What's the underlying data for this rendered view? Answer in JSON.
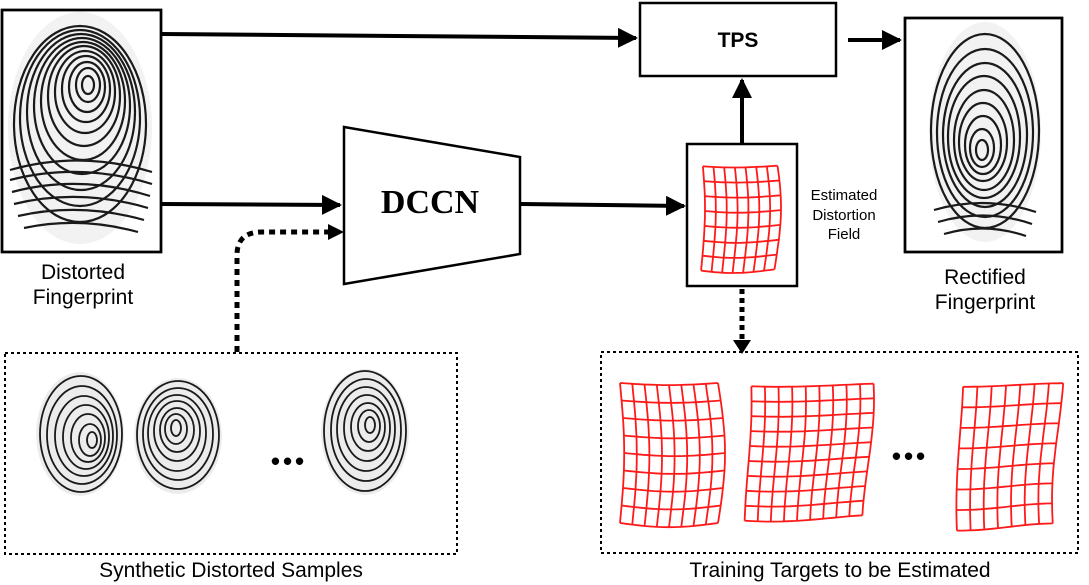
{
  "nodes": {
    "tps": "TPS",
    "dccn": "DCCN"
  },
  "labels": {
    "distorted_line1": "Distorted",
    "distorted_line2": "Fingerprint",
    "rectified_line1": "Rectified",
    "rectified_line2": "Fingerprint",
    "estimated_line1": "Estimated",
    "estimated_line2": "Distortion",
    "estimated_line3": "Field",
    "synthetic_samples": "Synthetic Distorted Samples",
    "training_targets": "Training Targets to be Estimated"
  },
  "ellipsis": "•••",
  "colors": {
    "stroke": "#000000",
    "grid": "#ff1a1a",
    "ridge": "#1a1a1a"
  },
  "icons": [
    "distorted-fingerprint-icon",
    "rectified-fingerprint-icon",
    "sample-fingerprint-icon",
    "distortion-grid-icon"
  ]
}
